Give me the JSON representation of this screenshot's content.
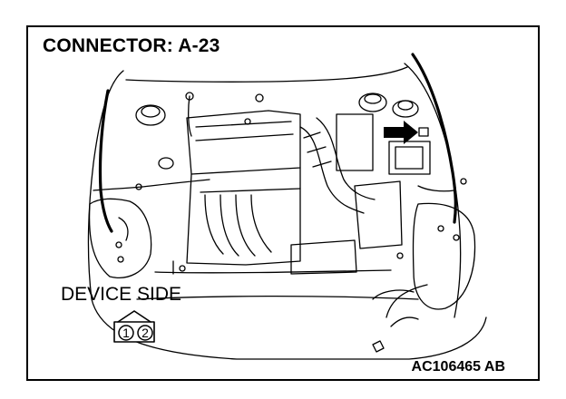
{
  "diagram": {
    "title": "CONNECTOR: A-23",
    "device_label": "DEVICE SIDE",
    "pins": [
      "1",
      "2"
    ],
    "figure_code": "AC106465 AB"
  },
  "colors": {
    "line": "#000000",
    "background": "#ffffff"
  }
}
